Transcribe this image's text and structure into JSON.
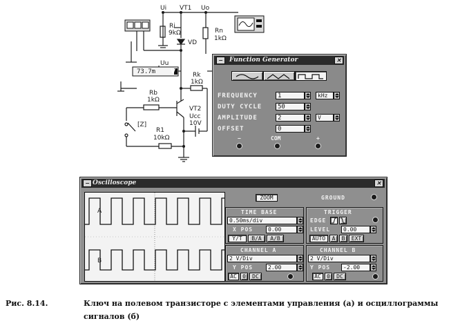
{
  "schematic": {
    "labels": {
      "ui": "Ui",
      "vt1": "VT1",
      "uo": "Uo",
      "ri": "Ri",
      "ri_val": "9kΩ",
      "rn": "Rn",
      "rn_val": "1kΩ",
      "vd": "VD",
      "uu": "Uu",
      "voltmeter_value": "73.7m",
      "voltmeter_unit": "V",
      "rk": "Rk",
      "rk_val": "1kΩ",
      "rb": "Rb",
      "rb_val": "1kΩ",
      "vt2": "VT2",
      "ucc": "Ucc",
      "ucc_val": "10V",
      "z_key": "[Z]",
      "r1": "R1",
      "r1_val": "10kΩ"
    }
  },
  "function_generator": {
    "title": "Function Generator",
    "close_glyph": "✕",
    "fields": [
      {
        "label": "FREQUENCY",
        "value": "1",
        "unit": "kHz"
      },
      {
        "label": "DUTY CYCLE",
        "value": "50",
        "unit": ""
      },
      {
        "label": "AMPLITUDE",
        "value": "2",
        "unit": "V"
      },
      {
        "label": "OFFSET",
        "value": "0",
        "unit": ""
      }
    ],
    "terminals": {
      "minus": "−",
      "com": "COM",
      "plus": "+"
    },
    "selected_waveform": "square"
  },
  "oscilloscope": {
    "title": "Oscilloscope",
    "close_glyph": "✕",
    "zoom_label": "ZOOM",
    "ground_label": "GROUND",
    "trace_labels": {
      "a": "A",
      "b": "B"
    },
    "time_base": {
      "title": "TIME BASE",
      "value": "0.50ms/div",
      "xpos_label": "X POS",
      "xpos_value": "0.00",
      "modes": [
        "Y/T",
        "B/A",
        "A/B"
      ]
    },
    "trigger": {
      "title": "TRIGGER",
      "edge_label": "EDGE",
      "level_label": "LEVEL",
      "level_value": "0.00",
      "modes": [
        "AUTO",
        "A",
        "B",
        "EXT"
      ]
    },
    "channel_a": {
      "title": "CHANNEL A",
      "value": "2 V/Div",
      "ypos_label": "Y POS",
      "ypos_value": "2.00",
      "coupling": [
        "AC",
        "0",
        "DC"
      ]
    },
    "channel_b": {
      "title": "CHANNEL B",
      "value": "2 V/Div",
      "ypos_label": "Y POS",
      "ypos_value": "-2.00",
      "coupling": [
        "AC",
        "0",
        "DC"
      ]
    }
  },
  "caption": {
    "figure": "Рис. 8.14.",
    "text": "Ключ на полевом транзисторе с элементами управления (а) и осциллограммы сигналов (б)"
  }
}
